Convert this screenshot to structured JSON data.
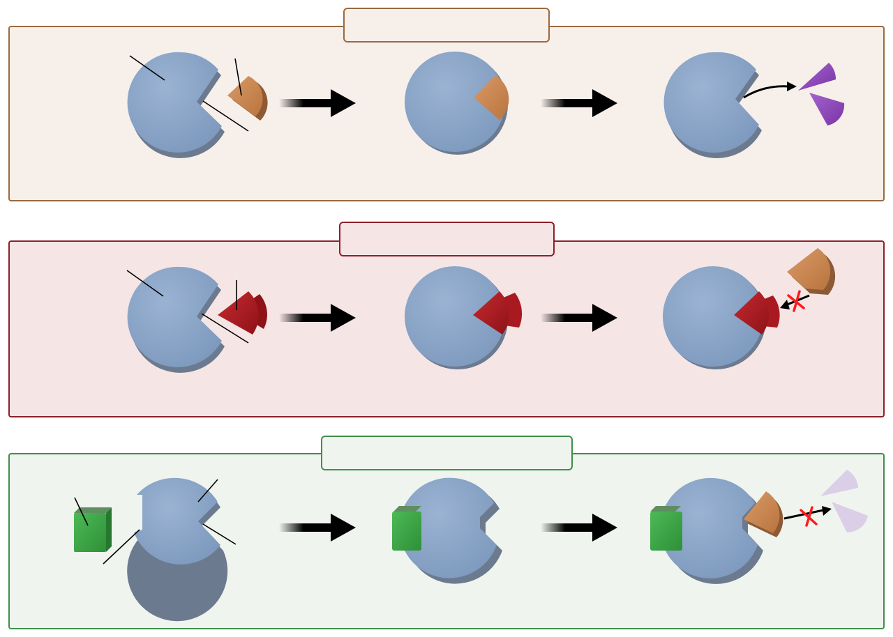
{
  "diagram": {
    "panels": [
      {
        "id": "normal-reaction",
        "title": "",
        "border_color": "#9a6a3e",
        "fill_color": "#f7efea"
      },
      {
        "id": "competitive-inhibition",
        "title": "",
        "border_color": "#8e1f2a",
        "fill_color": "#f5e5e5"
      },
      {
        "id": "noncompetitive-inhibition",
        "title": "",
        "border_color": "#3f8f49",
        "fill_color": "#eff4ef"
      }
    ],
    "colors": {
      "enzyme": "#86a1c4",
      "substrate": "#c98551",
      "product": "#8e45b8",
      "competitive_inhibitor": "#b01c22",
      "allosteric_inhibitor": "#3aa345",
      "block_mark": "#ff1a1a",
      "arrow": "#000000"
    },
    "icons": [
      "enzyme-shape",
      "substrate-wedge",
      "product-wedge",
      "inhibitor-wedge",
      "allosteric-cube",
      "reaction-arrow",
      "blocked-x-mark"
    ]
  }
}
